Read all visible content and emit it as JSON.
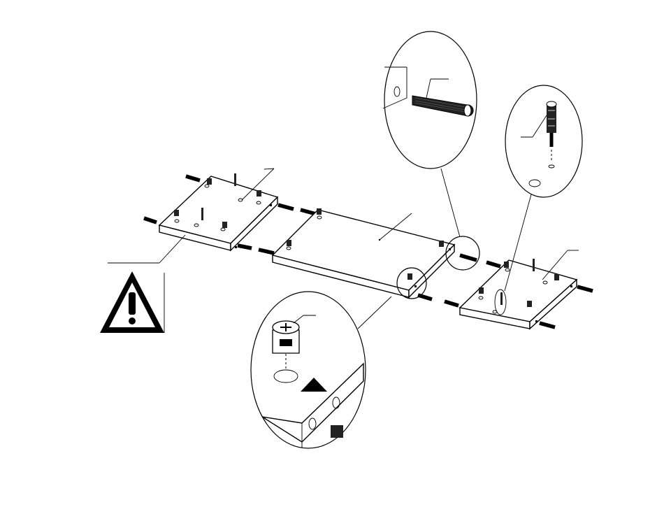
{
  "figure": {
    "kind": "assembly-instruction",
    "parts": [
      {
        "name": "left-side-panel"
      },
      {
        "name": "center-panel"
      },
      {
        "name": "right-side-panel"
      },
      {
        "name": "wooden-dowel"
      },
      {
        "name": "cam-bolt"
      },
      {
        "name": "cam-lock"
      }
    ],
    "warning_icon": "warning-triangle-icon",
    "direction_icon": "filled-triangle-icon",
    "colors": {
      "ink": "#000000",
      "paper": "#ffffff"
    }
  }
}
